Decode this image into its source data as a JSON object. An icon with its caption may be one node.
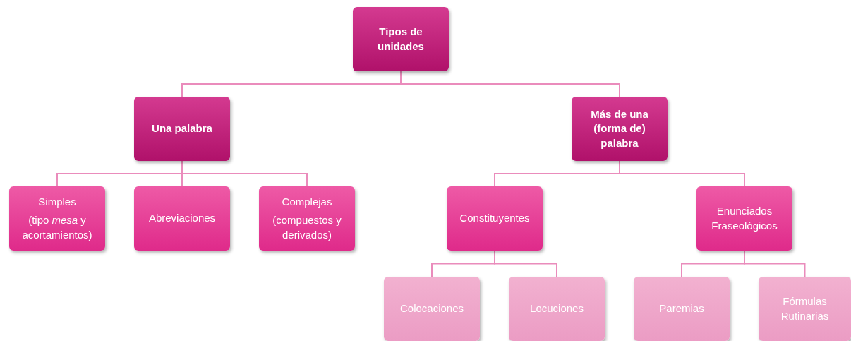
{
  "diagram": {
    "nodes": [
      {
        "text": [
          "Tipos de unidades"
        ]
      },
      {
        "text": [
          "Una palabra"
        ]
      },
      {
        "text": [
          "Más de una (forma de) palabra"
        ]
      },
      {
        "text": [
          "Simples",
          "(tipo *mesa* y acortamientos)"
        ]
      },
      {
        "text": [
          "Abreviaciones"
        ]
      },
      {
        "text": [
          "Complejas",
          "(compuestos y derivados)"
        ]
      },
      {
        "text": [
          "Constituyentes"
        ]
      },
      {
        "text": [
          "Enunciados Fraseológicos"
        ]
      },
      {
        "text": [
          "Colocaciones"
        ]
      },
      {
        "text": [
          "Locuciones"
        ]
      },
      {
        "text": [
          "Paremias"
        ]
      },
      {
        "text": [
          "Fórmulas Rutinarias"
        ]
      }
    ],
    "edges": [
      {
        "from": 0,
        "to": 1,
        "arrow": "none"
      },
      {
        "from": 0,
        "to": 2,
        "arrow": "none"
      },
      {
        "from": 1,
        "to": 3,
        "arrow": "none"
      },
      {
        "from": 1,
        "to": 4,
        "arrow": "none"
      },
      {
        "from": 1,
        "to": 5,
        "arrow": "none"
      },
      {
        "from": 2,
        "to": 6,
        "arrow": "none"
      },
      {
        "from": 2,
        "to": 7,
        "arrow": "none"
      },
      {
        "from": 6,
        "to": 8,
        "arrow": "none"
      },
      {
        "from": 6,
        "to": 9,
        "arrow": "none"
      },
      {
        "from": 7,
        "to": 10,
        "arrow": "none"
      },
      {
        "from": 7,
        "to": 11,
        "arrow": "none"
      }
    ]
  }
}
